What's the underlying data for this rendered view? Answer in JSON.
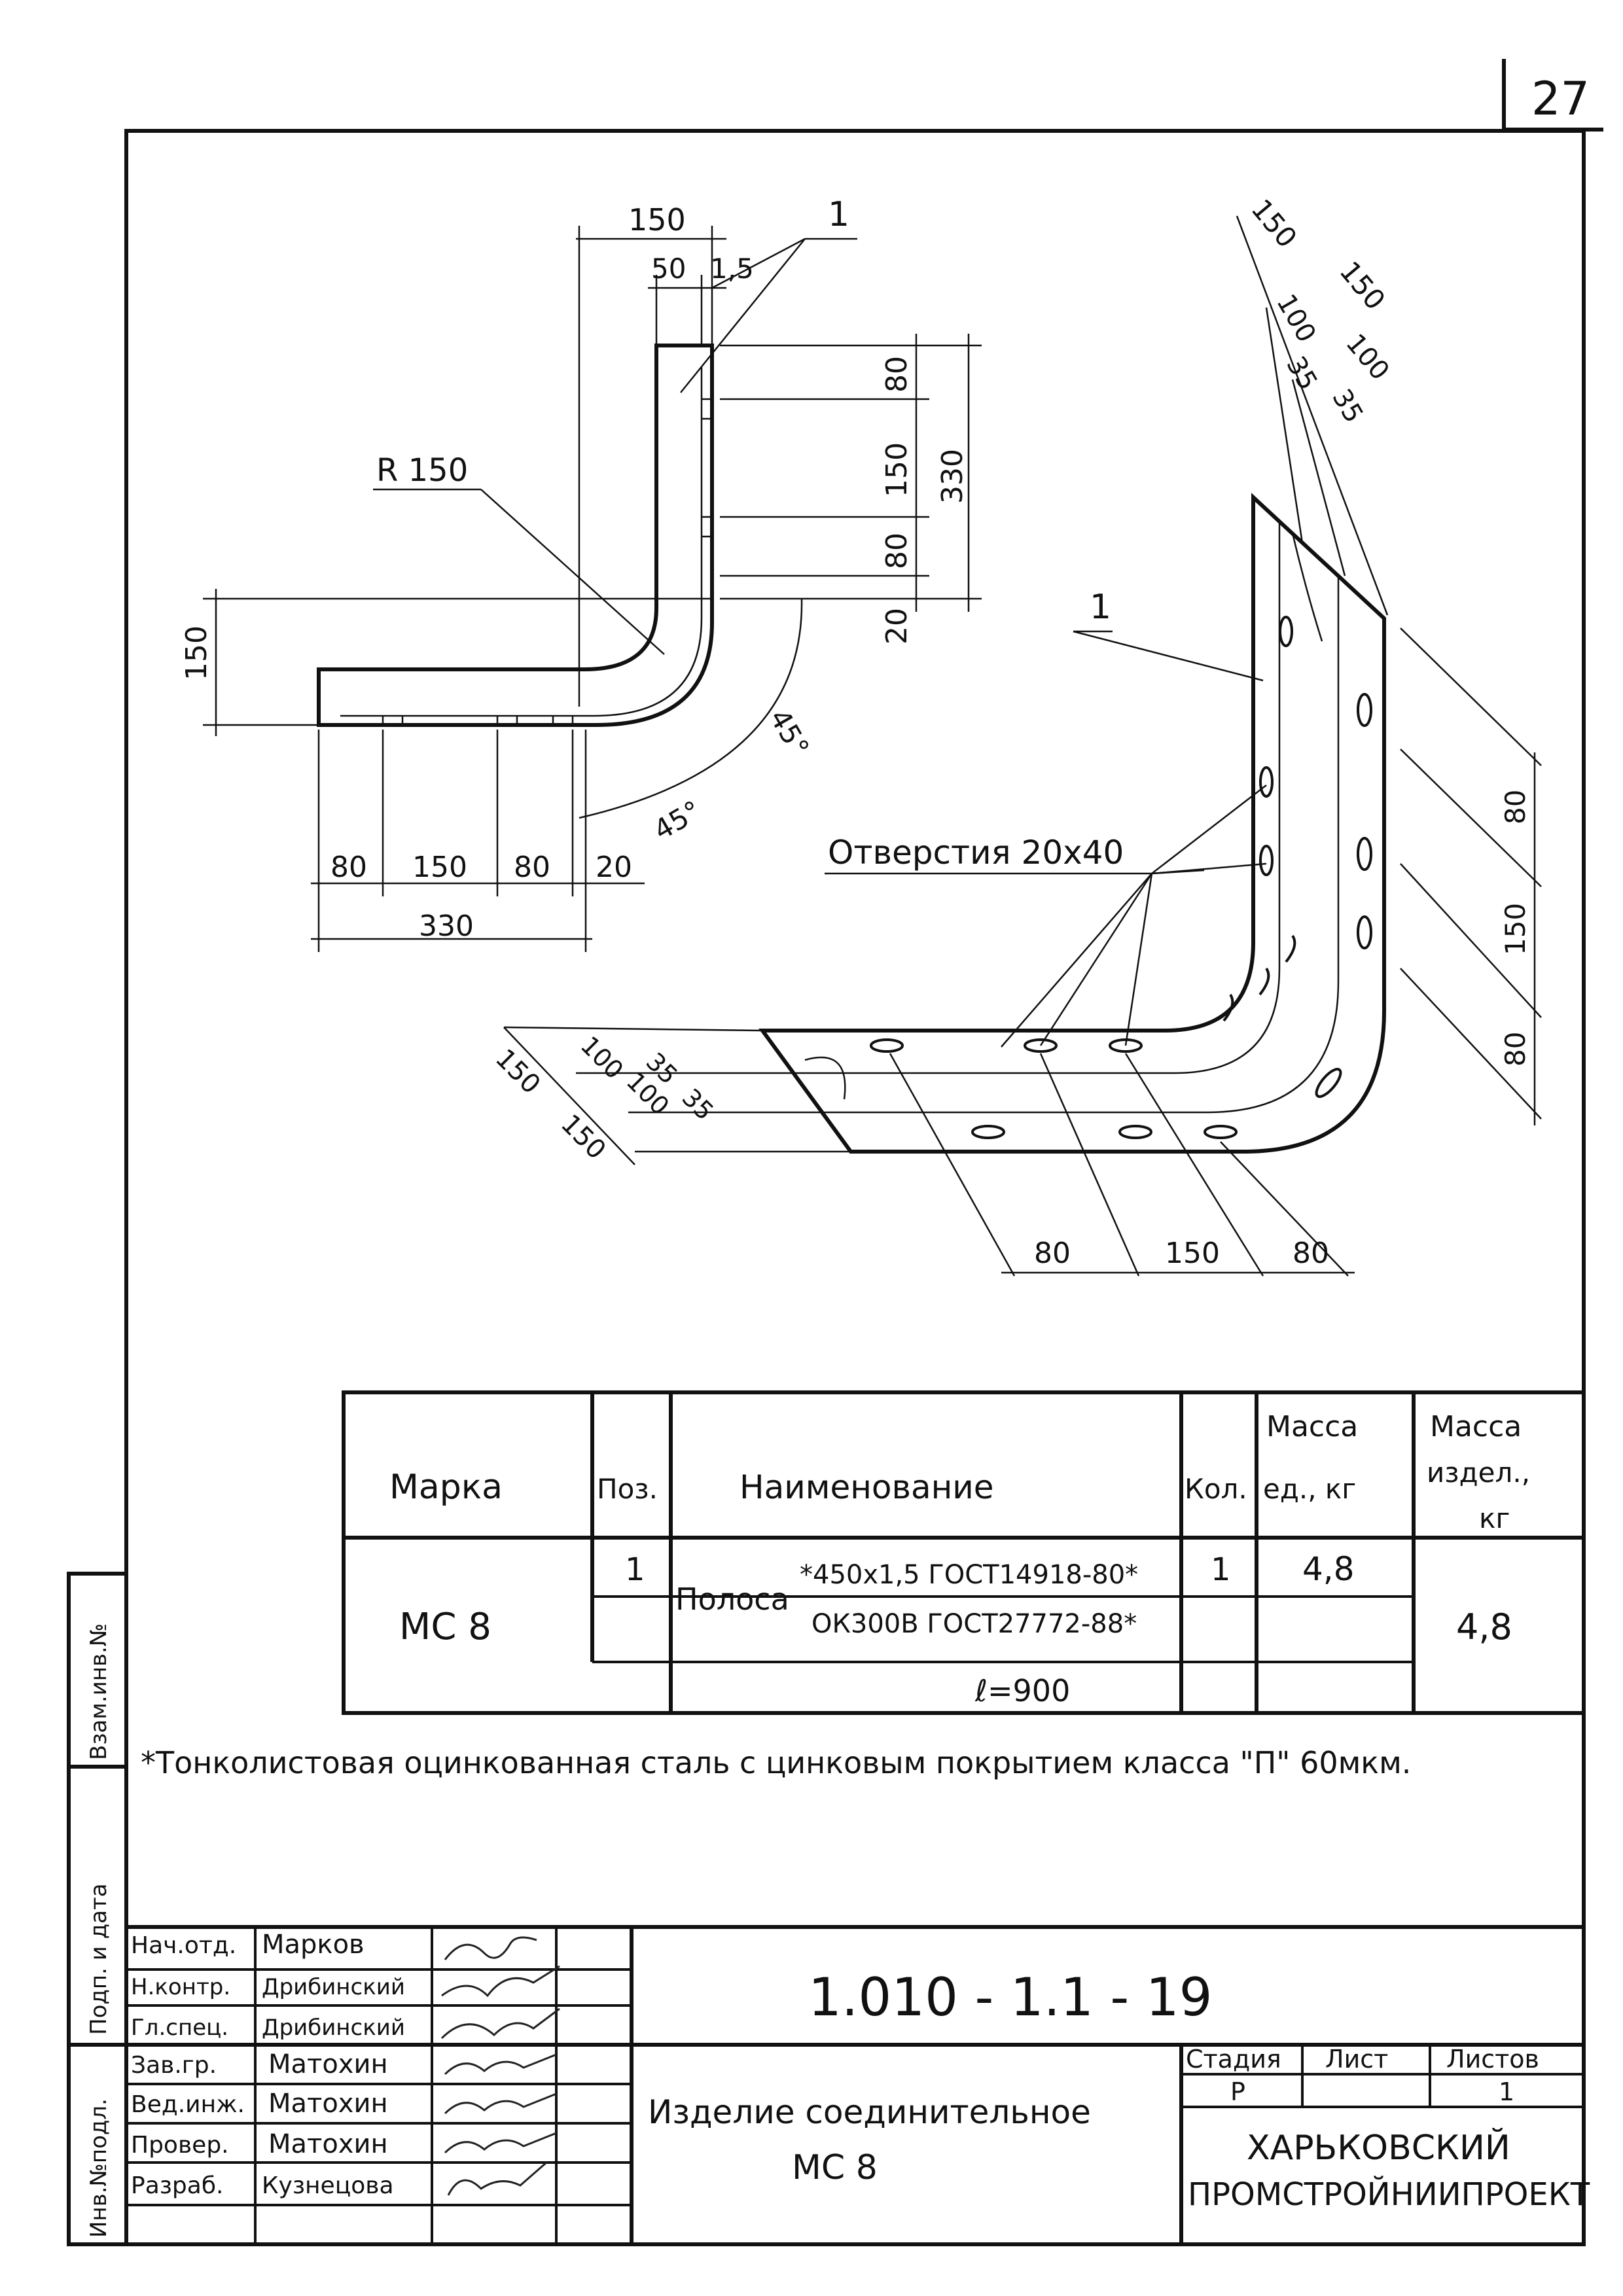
{
  "sheet_number": "27",
  "side_stamps": {
    "inv_zam": "Взам.инв.№",
    "podp_data": "Подп. и дата",
    "inv_podl": "Инв.№подл."
  },
  "drawing_a": {
    "callout": "1",
    "dims": {
      "top_150": "150",
      "top_50": "50",
      "top_1_5": "1,5",
      "right_80a": "80",
      "right_150": "150",
      "right_80b": "80",
      "right_20": "20",
      "right_330": "330",
      "radius": "R 150",
      "left_150": "150",
      "angle_a": "45°",
      "angle_b": "45°",
      "bottom_80a": "80",
      "bottom_150": "150",
      "bottom_80b": "80",
      "bottom_20": "20",
      "bottom_330": "330"
    }
  },
  "drawing_b": {
    "callout": "1",
    "holes_label": "Отверстия 20х40",
    "dims": {
      "top_150a": "150",
      "top_150b": "150",
      "top_100a": "100",
      "top_100b": "100",
      "top_35a": "35",
      "top_35b": "35",
      "right_80a": "80",
      "right_150": "150",
      "right_80b": "80",
      "left_150a": "150",
      "left_150b": "150",
      "left_100a": "100",
      "left_100b": "100",
      "left_35a": "35",
      "left_35b": "35",
      "bottom_80a": "80",
      "bottom_150": "150",
      "bottom_80b": "80"
    }
  },
  "spec_table": {
    "headers": {
      "mark": "Марка",
      "pos": "Поз.",
      "name": "Наименование",
      "qty": "Кол.",
      "mass_unit": [
        "Масса",
        "ед., кг"
      ],
      "mass_item": [
        "Масса",
        "издел.,",
        "кг"
      ]
    },
    "row": {
      "mark": "МС 8",
      "pos": "1",
      "name_prefix": "Полоса",
      "name_numerator": "*450х1,5 ГОСТ14918-80*",
      "name_denominator": "ОК300В ГОСТ27772-88*",
      "length": "ℓ=900",
      "qty": "1",
      "mass_unit": "4,8",
      "mass_item": "4,8"
    }
  },
  "footnote": "*Тонколистовая оцинкованная сталь с цинковым покрытием класса \"П\" 60мкм.",
  "title_block": {
    "doc_code": "1.010 - 1.1 - 19",
    "signers": [
      {
        "role": "Нач.отд.",
        "name": "Марков"
      },
      {
        "role": "Н.контр.",
        "name": "Дрибинский"
      },
      {
        "role": "Гл.спец.",
        "name": "Дрибинский"
      },
      {
        "role": "Зав.гр.",
        "name": "Матохин"
      },
      {
        "role": "Вед.инж.",
        "name": "Матохин"
      },
      {
        "role": "Провер.",
        "name": "Матохин"
      },
      {
        "role": "Разраб.",
        "name": "Кузнецова"
      }
    ],
    "item_name_line1": "Изделие соединительное",
    "item_name_line2": "МС 8",
    "stage_label": "Стадия",
    "sheet_label": "Лист",
    "sheets_label": "Листов",
    "stage_value": "Р",
    "sheet_value": "",
    "sheets_value": "1",
    "org_line1": "ХАРЬКОВСКИЙ",
    "org_line2": "ПРОМСТРОЙНИИПРОЕКТ"
  }
}
